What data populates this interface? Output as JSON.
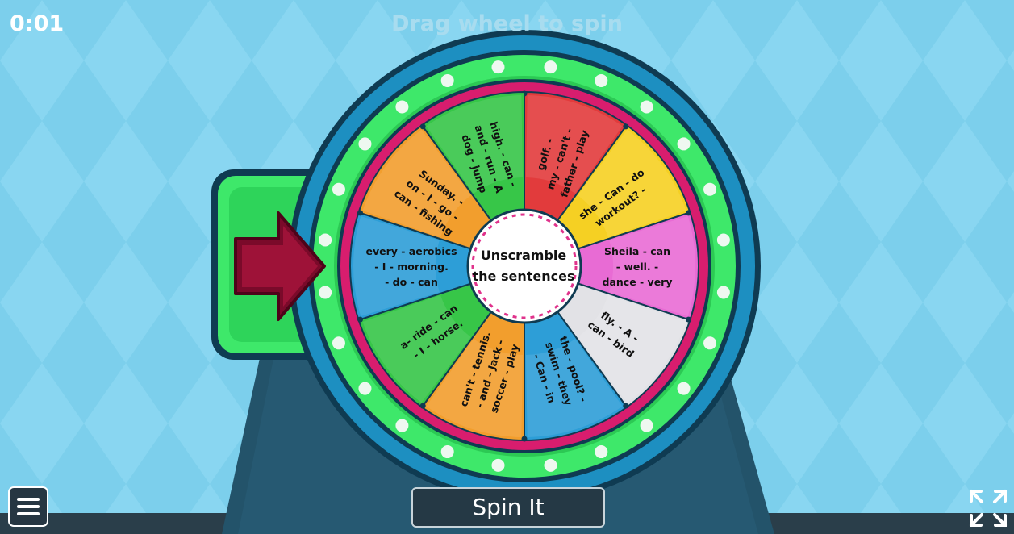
{
  "timer": "0:01",
  "instruction": "Drag wheel to spin",
  "center_label": [
    "Unscramble",
    "the sentences"
  ],
  "segments": [
    {
      "lines": [
        "golf. -",
        "my - can't -",
        "father - play"
      ],
      "color": "#e23b3c"
    },
    {
      "lines": [
        "she - Can - do",
        "workout? -"
      ],
      "color": "#f5d023"
    },
    {
      "lines": [
        "Sheila - can",
        "- well. -",
        "dance - very"
      ],
      "color": "#e86bd4"
    },
    {
      "lines": [
        "fly. - A -",
        "can - bird"
      ],
      "color": "#e2e2e6"
    },
    {
      "lines": [
        "the - pool? -",
        "swim - they",
        "- Can - in"
      ],
      "color": "#2d9ed7"
    },
    {
      "lines": [
        "can't - tennis.",
        "- and - Jack -",
        "soccer - play"
      ],
      "color": "#f29e2d"
    },
    {
      "lines": [
        "a- ride - can",
        "- I - horse."
      ],
      "color": "#37c648"
    },
    {
      "lines": [
        "every - aerobics",
        "- I - morning.",
        "- do - can"
      ],
      "color": "#2d9ed7"
    },
    {
      "lines": [
        "Sunday. -",
        "on - I - go -",
        "can - fishing"
      ],
      "color": "#f29e2d"
    },
    {
      "lines": [
        "high. - can -",
        "and - run - A",
        "dog - jump"
      ],
      "color": "#37c648"
    }
  ],
  "spin_label": "Spin It",
  "icons": {
    "menu": "hamburger-menu-icon",
    "pointer": "arrow-pointer-icon",
    "fullscreen": "fullscreen-icon"
  }
}
